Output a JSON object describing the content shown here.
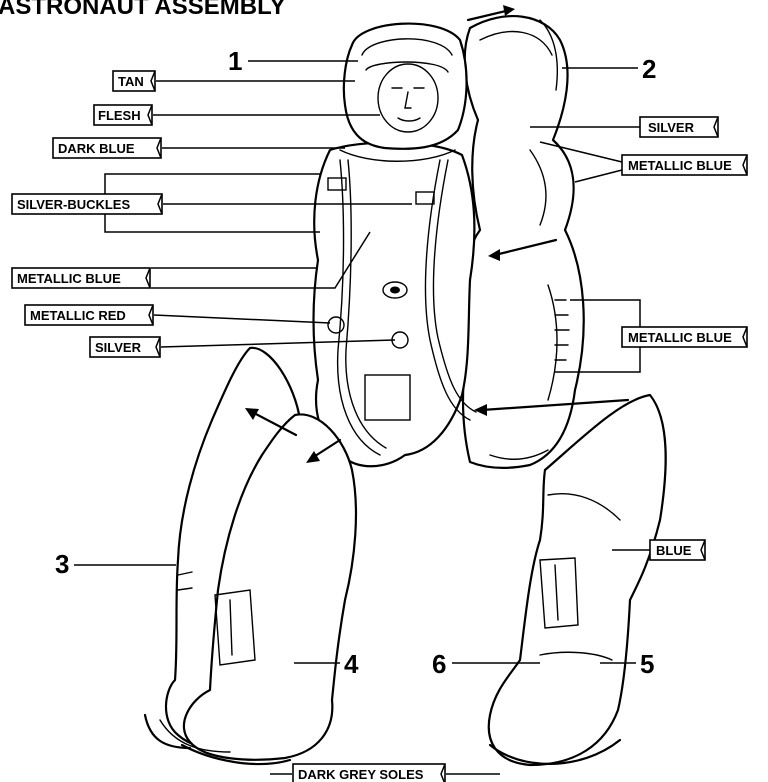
{
  "title": "ASTRONAUT ASSEMBLY",
  "labels": {
    "tan": "TAN",
    "flesh": "FLESH",
    "dark_blue": "DARK BLUE",
    "silver_buckles": "SILVER-BUCKLES",
    "metallic_blue_left": "METALLIC BLUE",
    "metallic_red": "METALLIC RED",
    "silver_left": "SILVER",
    "silver_right": "SILVER",
    "metallic_blue_top_right": "METALLIC BLUE",
    "metallic_blue_mid_right": "METALLIC BLUE",
    "blue": "BLUE",
    "dark_grey_soles": "DARK GREY SOLES"
  },
  "part_numbers": [
    "1",
    "2",
    "3",
    "4",
    "5",
    "6"
  ]
}
